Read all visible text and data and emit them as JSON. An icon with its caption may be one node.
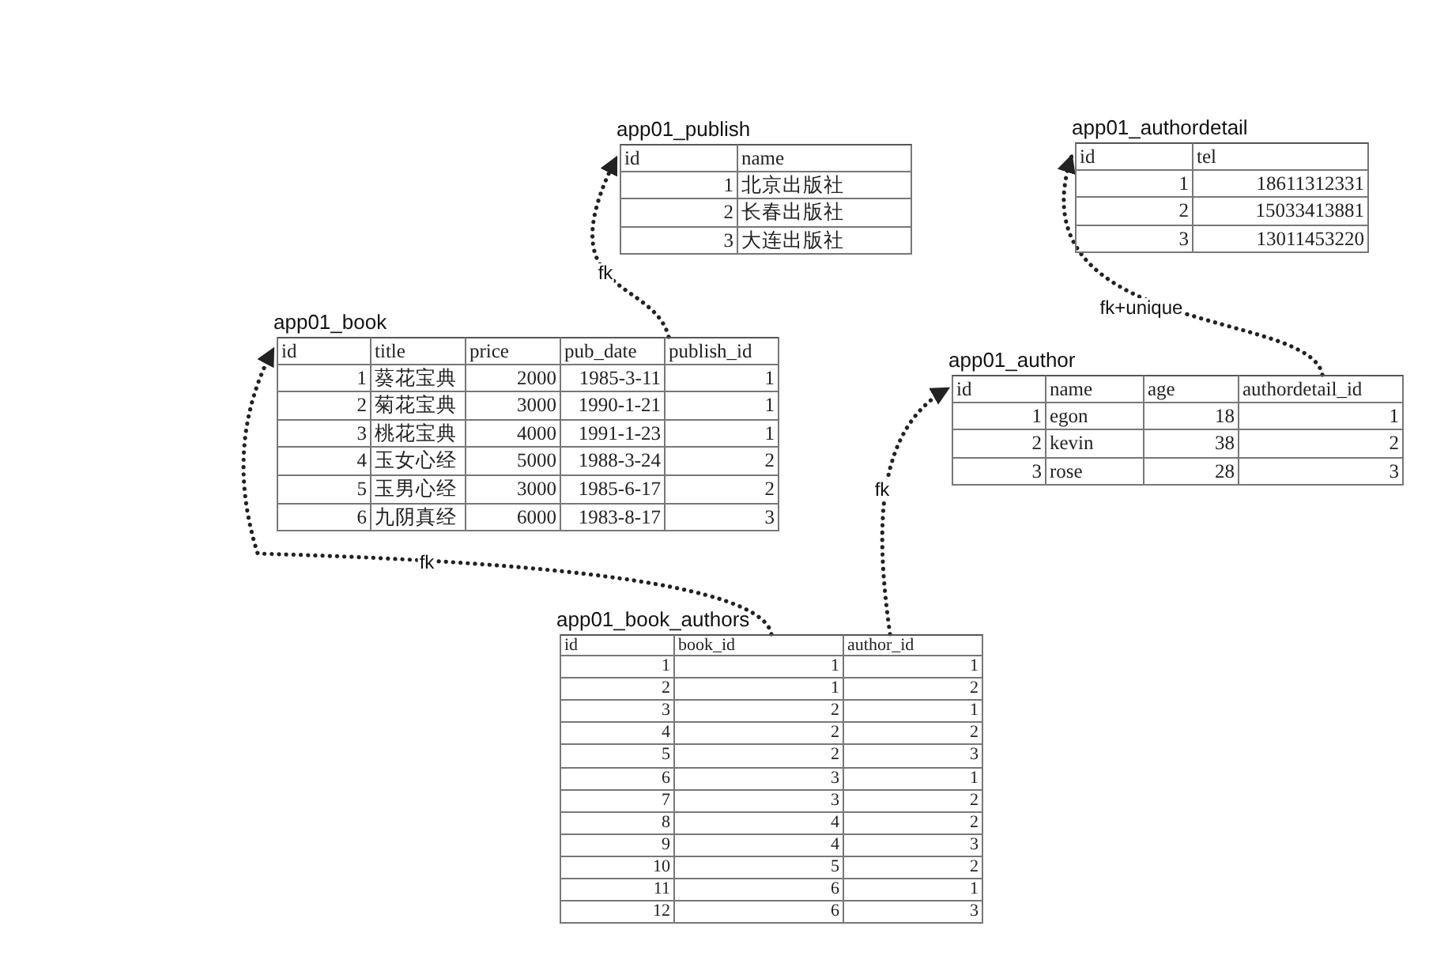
{
  "diagram": {
    "nodes": [
      {
        "text": [
          "app01_publish"
        ]
      },
      {
        "text": [
          "id"
        ],
        "in": 0
      },
      {
        "text": [
          "name"
        ],
        "in": 0
      },
      {
        "text": [
          "1"
        ],
        "in": 0
      },
      {
        "text": [
          "北京出版社"
        ],
        "in": 0
      },
      {
        "text": [
          "2"
        ],
        "in": 0
      },
      {
        "text": [
          "长春出版社"
        ],
        "in": 0
      },
      {
        "text": [
          "3"
        ],
        "in": 0
      },
      {
        "text": [
          "大连出版社"
        ],
        "in": 0
      },
      {
        "text": [
          "app01_authordetail"
        ]
      },
      {
        "text": [
          "id"
        ],
        "in": 9
      },
      {
        "text": [
          "tel"
        ],
        "in": 9
      },
      {
        "text": [
          "1"
        ],
        "in": 9
      },
      {
        "text": [
          "18611312331"
        ],
        "in": 9
      },
      {
        "text": [
          "2"
        ],
        "in": 9
      },
      {
        "text": [
          "15033413881"
        ],
        "in": 9
      },
      {
        "text": [
          "3"
        ],
        "in": 9
      },
      {
        "text": [
          "13011453220"
        ],
        "in": 9
      },
      {
        "text": [
          "app01_book"
        ]
      },
      {
        "text": [
          "id"
        ],
        "in": 18
      },
      {
        "text": [
          "title"
        ],
        "in": 18
      },
      {
        "text": [
          "price"
        ],
        "in": 18
      },
      {
        "text": [
          "pub_date"
        ],
        "in": 18
      },
      {
        "text": [
          "publish_id"
        ],
        "in": 18
      },
      {
        "text": [
          "1"
        ],
        "in": 18
      },
      {
        "text": [
          "葵花宝典"
        ],
        "in": 18
      },
      {
        "text": [
          "2000"
        ],
        "in": 18
      },
      {
        "text": [
          "1985-3-11"
        ],
        "in": 18
      },
      {
        "text": [
          "1"
        ],
        "in": 18
      },
      {
        "text": [
          "2"
        ],
        "in": 18
      },
      {
        "text": [
          "菊花宝典"
        ],
        "in": 18
      },
      {
        "text": [
          "3000"
        ],
        "in": 18
      },
      {
        "text": [
          "1990-1-21"
        ],
        "in": 18
      },
      {
        "text": [
          "1"
        ],
        "in": 18
      },
      {
        "text": [
          "3"
        ],
        "in": 18
      },
      {
        "text": [
          "桃花宝典"
        ],
        "in": 18
      },
      {
        "text": [
          "4000"
        ],
        "in": 18
      },
      {
        "text": [
          "1991-1-23"
        ],
        "in": 18
      },
      {
        "text": [
          "1"
        ],
        "in": 18
      },
      {
        "text": [
          "4"
        ],
        "in": 18
      },
      {
        "text": [
          "玉女心经"
        ],
        "in": 18
      },
      {
        "text": [
          "5000"
        ],
        "in": 18
      },
      {
        "text": [
          "1988-3-24"
        ],
        "in": 18
      },
      {
        "text": [
          "2"
        ],
        "in": 18
      },
      {
        "text": [
          "5"
        ],
        "in": 18
      },
      {
        "text": [
          "玉男心经"
        ],
        "in": 18
      },
      {
        "text": [
          "3000"
        ],
        "in": 18
      },
      {
        "text": [
          "1985-6-17"
        ],
        "in": 18
      },
      {
        "text": [
          "2"
        ],
        "in": 18
      },
      {
        "text": [
          "6"
        ],
        "in": 18
      },
      {
        "text": [
          "九阴真经"
        ],
        "in": 18
      },
      {
        "text": [
          "6000"
        ],
        "in": 18
      },
      {
        "text": [
          "1983-8-17"
        ],
        "in": 18
      },
      {
        "text": [
          "3"
        ],
        "in": 18
      },
      {
        "text": [
          "app01_author"
        ]
      },
      {
        "text": [
          "id"
        ],
        "in": 54
      },
      {
        "text": [
          "name"
        ],
        "in": 54
      },
      {
        "text": [
          "age"
        ],
        "in": 54
      },
      {
        "text": [
          "authordetail_id"
        ],
        "in": 54
      },
      {
        "text": [
          "1"
        ],
        "in": 54
      },
      {
        "text": [
          "egon"
        ],
        "in": 54
      },
      {
        "text": [
          "18"
        ],
        "in": 54
      },
      {
        "text": [
          "1"
        ],
        "in": 54
      },
      {
        "text": [
          "2"
        ],
        "in": 54
      },
      {
        "text": [
          "kevin"
        ],
        "in": 54
      },
      {
        "text": [
          "38"
        ],
        "in": 54
      },
      {
        "text": [
          "2"
        ],
        "in": 54
      },
      {
        "text": [
          "3"
        ],
        "in": 54
      },
      {
        "text": [
          "rose"
        ],
        "in": 54
      },
      {
        "text": [
          "28"
        ],
        "in": 54
      },
      {
        "text": [
          "3"
        ],
        "in": 54
      },
      {
        "text": [
          "app01_book_authors"
        ]
      },
      {
        "text": [
          "id"
        ],
        "in": 71
      },
      {
        "text": [
          "book_id"
        ],
        "in": 71
      },
      {
        "text": [
          "author_id"
        ],
        "in": 71
      },
      {
        "text": [
          "1"
        ],
        "in": 71
      },
      {
        "text": [
          "1"
        ],
        "in": 71
      },
      {
        "text": [
          "1"
        ],
        "in": 71
      },
      {
        "text": [
          "2"
        ],
        "in": 71
      },
      {
        "text": [
          "1"
        ],
        "in": 71
      },
      {
        "text": [
          "2"
        ],
        "in": 71
      },
      {
        "text": [
          "3"
        ],
        "in": 71
      },
      {
        "text": [
          "2"
        ],
        "in": 71
      },
      {
        "text": [
          "1"
        ],
        "in": 71
      },
      {
        "text": [
          "4"
        ],
        "in": 71
      },
      {
        "text": [
          "2"
        ],
        "in": 71
      },
      {
        "text": [
          "2"
        ],
        "in": 71
      },
      {
        "text": [
          "5"
        ],
        "in": 71
      },
      {
        "text": [
          "2"
        ],
        "in": 71
      },
      {
        "text": [
          "3"
        ],
        "in": 71
      },
      {
        "text": [
          "6"
        ],
        "in": 71
      },
      {
        "text": [
          "3"
        ],
        "in": 71
      },
      {
        "text": [
          "1"
        ],
        "in": 71
      },
      {
        "text": [
          "7"
        ],
        "in": 71
      },
      {
        "text": [
          "3"
        ],
        "in": 71
      },
      {
        "text": [
          "2"
        ],
        "in": 71
      },
      {
        "text": [
          "8"
        ],
        "in": 71
      },
      {
        "text": [
          "4"
        ],
        "in": 71
      },
      {
        "text": [
          "2"
        ],
        "in": 71
      },
      {
        "text": [
          "9"
        ],
        "in": 71
      },
      {
        "text": [
          "4"
        ],
        "in": 71
      },
      {
        "text": [
          "3"
        ],
        "in": 71
      },
      {
        "text": [
          "10"
        ],
        "in": 71
      },
      {
        "text": [
          "5"
        ],
        "in": 71
      },
      {
        "text": [
          "2"
        ],
        "in": 71
      },
      {
        "text": [
          "11"
        ],
        "in": 71
      },
      {
        "text": [
          "6"
        ],
        "in": 71
      },
      {
        "text": [
          "1"
        ],
        "in": 71
      },
      {
        "text": [
          "12"
        ],
        "in": 71
      },
      {
        "text": [
          "6"
        ],
        "in": 71
      },
      {
        "text": [
          "3"
        ],
        "in": 71
      }
    ],
    "edges": [
      {
        "from": 18,
        "to": 0,
        "arrow": "to",
        "label": "fk",
        "style": "dashed"
      },
      {
        "from": 54,
        "to": 9,
        "arrow": "to",
        "label": "fk+unique",
        "style": "dashed"
      },
      {
        "from": 71,
        "to": 18,
        "arrow": "to",
        "label": "fk",
        "style": "dashed"
      },
      {
        "from": 71,
        "to": 54,
        "arrow": "to",
        "label": "fk",
        "style": "dashed"
      }
    ]
  }
}
